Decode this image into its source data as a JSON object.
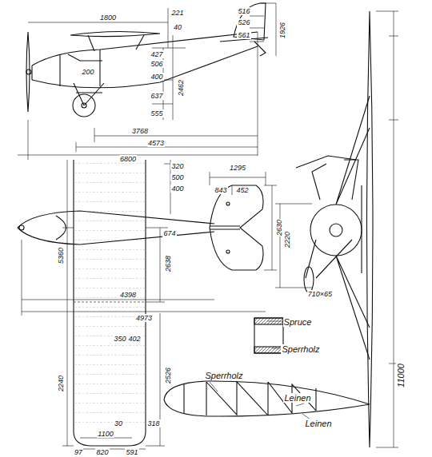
{
  "diagram": {
    "labels": [
      "1800",
      "221",
      "40",
      "200",
      "427",
      "506",
      "400",
      "2462",
      "637",
      "555",
      "3768",
      "4573",
      "6800",
      "516",
      "526",
      "561",
      "1926",
      "1295",
      "843",
      "452",
      "2630",
      "320",
      "500",
      "400",
      "674",
      "2638",
      "5360",
      "4398",
      "4973",
      "Spruce",
      "Sperrholz",
      "350",
      "402",
      "2526",
      "2240",
      "318",
      "30",
      "1100",
      "97",
      "820",
      "591",
      "2220",
      "710×65",
      "11000",
      "Sperrholz",
      "Leinen",
      "Leinen"
    ]
  }
}
